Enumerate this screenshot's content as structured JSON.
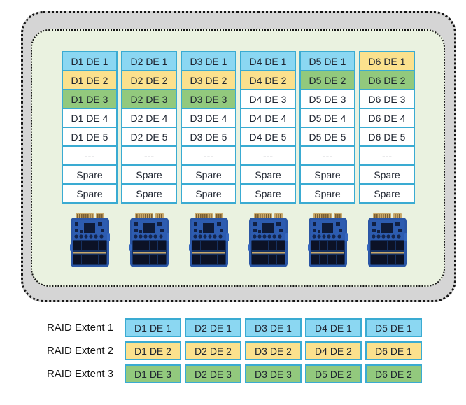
{
  "colors": {
    "blue": "#8BD7F2",
    "yellow": "#FBE18D",
    "green": "#92C97D",
    "white": "#FFFFFF",
    "cell_border": "#3AABD2",
    "outer_bg": "#D5D5D5",
    "inner_bg": "#EAF2E0",
    "text": "#1E2430"
  },
  "drive_grid": {
    "columns": [
      {
        "drive": "D1",
        "cells": [
          {
            "label": "D1 DE 1",
            "color": "blue"
          },
          {
            "label": "D1 DE 2",
            "color": "yellow"
          },
          {
            "label": "D1 DE 3",
            "color": "green"
          },
          {
            "label": "D1 DE 4",
            "color": "white"
          },
          {
            "label": "D1 DE 5",
            "color": "white"
          },
          {
            "label": "---",
            "color": "white"
          },
          {
            "label": "Spare",
            "color": "white"
          },
          {
            "label": "Spare",
            "color": "white"
          }
        ]
      },
      {
        "drive": "D2",
        "cells": [
          {
            "label": "D2 DE 1",
            "color": "blue"
          },
          {
            "label": "D2 DE 2",
            "color": "yellow"
          },
          {
            "label": "D2 DE 3",
            "color": "green"
          },
          {
            "label": "D2 DE 4",
            "color": "white"
          },
          {
            "label": "D2 DE 5",
            "color": "white"
          },
          {
            "label": "---",
            "color": "white"
          },
          {
            "label": "Spare",
            "color": "white"
          },
          {
            "label": "Spare",
            "color": "white"
          }
        ]
      },
      {
        "drive": "D3",
        "cells": [
          {
            "label": "D3 DE 1",
            "color": "blue"
          },
          {
            "label": "D3 DE 2",
            "color": "yellow"
          },
          {
            "label": "D3 DE 3",
            "color": "green"
          },
          {
            "label": "D3 DE 4",
            "color": "white"
          },
          {
            "label": "D3 DE 5",
            "color": "white"
          },
          {
            "label": "---",
            "color": "white"
          },
          {
            "label": "Spare",
            "color": "white"
          },
          {
            "label": "Spare",
            "color": "white"
          }
        ]
      },
      {
        "drive": "D4",
        "cells": [
          {
            "label": "D4 DE 1",
            "color": "blue"
          },
          {
            "label": "D4 DE 2",
            "color": "yellow"
          },
          {
            "label": "D4 DE 3",
            "color": "white"
          },
          {
            "label": "D4 DE 4",
            "color": "white"
          },
          {
            "label": "D4 DE 5",
            "color": "white"
          },
          {
            "label": "---",
            "color": "white"
          },
          {
            "label": "Spare",
            "color": "white"
          },
          {
            "label": "Spare",
            "color": "white"
          }
        ]
      },
      {
        "drive": "D5",
        "cells": [
          {
            "label": "D5 DE 1",
            "color": "blue"
          },
          {
            "label": "D5 DE 2",
            "color": "green"
          },
          {
            "label": "D5 DE 3",
            "color": "white"
          },
          {
            "label": "D5 DE 4",
            "color": "white"
          },
          {
            "label": "D5 DE 5",
            "color": "white"
          },
          {
            "label": "---",
            "color": "white"
          },
          {
            "label": "Spare",
            "color": "white"
          },
          {
            "label": "Spare",
            "color": "white"
          }
        ]
      },
      {
        "drive": "D6",
        "cells": [
          {
            "label": "D6 DE 1",
            "color": "yellow"
          },
          {
            "label": "D6 DE 2",
            "color": "green"
          },
          {
            "label": "D6 DE 3",
            "color": "white"
          },
          {
            "label": "D6 DE 4",
            "color": "white"
          },
          {
            "label": "D6 DE 5",
            "color": "white"
          },
          {
            "label": "---",
            "color": "white"
          },
          {
            "label": "Spare",
            "color": "white"
          },
          {
            "label": "Spare",
            "color": "white"
          }
        ]
      }
    ]
  },
  "ssd_row": {
    "count": 6
  },
  "raid_extents": [
    {
      "label": "RAID Extent 1",
      "color": "blue",
      "cells": [
        "D1 DE 1",
        "D2 DE 1",
        "D3 DE 1",
        "D4 DE 1",
        "D5 DE 1"
      ]
    },
    {
      "label": "RAID Extent 2",
      "color": "yellow",
      "cells": [
        "D1 DE 2",
        "D2 DE 2",
        "D3 DE 2",
        "D4 DE 2",
        "D6 DE 1"
      ]
    },
    {
      "label": "RAID Extent 3",
      "color": "green",
      "cells": [
        "D1 DE 3",
        "D2 DE 3",
        "D3 DE 3",
        "D5 DE 2",
        "D6 DE 2"
      ]
    }
  ]
}
